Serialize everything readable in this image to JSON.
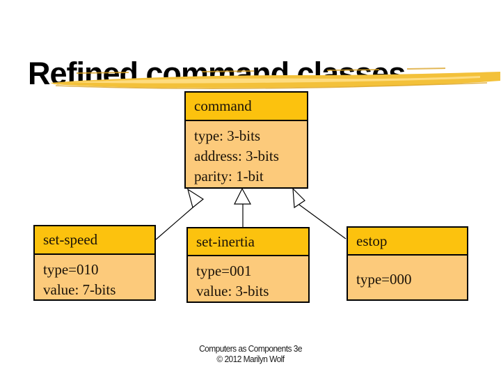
{
  "slide": {
    "title": "Refined command classes",
    "footer": {
      "line1": "Computers as Components 3e",
      "line2": "© 2012 Marilyn Wolf"
    }
  },
  "colors": {
    "background": "#FFFFFF",
    "title_text": "#000000",
    "class_header_fill": "#FCC20E",
    "class_body_fill": "#FCCA7B",
    "class_border": "#000000",
    "class_text": "#1A1208",
    "highlight_main": "#F3C13A",
    "highlight_light": "#FFE08C",
    "highlight_dark": "#D9A01F",
    "connector": "#000000"
  },
  "diagram": {
    "type": "uml-class-diagram",
    "classes": [
      {
        "name": "command",
        "attributes": [
          "type: 3-bits",
          "address: 3-bits",
          "parity: 1-bit"
        ]
      },
      {
        "name": "set-speed",
        "attributes": [
          "type=010",
          "value: 7-bits"
        ]
      },
      {
        "name": "set-inertia",
        "attributes": [
          "type=001",
          "value: 3-bits"
        ]
      },
      {
        "name": "estop",
        "attributes": [
          "type=000"
        ]
      }
    ],
    "relations": [
      {
        "from": "set-speed",
        "to": "command",
        "type": "inheritance"
      },
      {
        "from": "set-inertia",
        "to": "command",
        "type": "inheritance"
      },
      {
        "from": "estop",
        "to": "command",
        "type": "inheritance"
      }
    ]
  }
}
